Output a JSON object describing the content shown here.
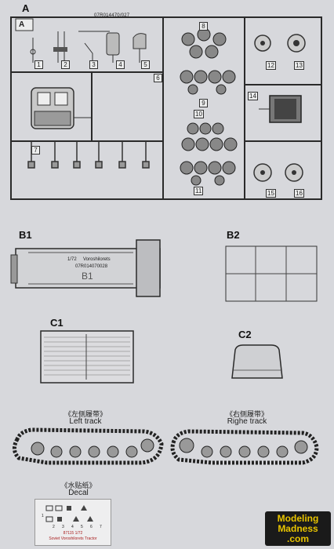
{
  "sprue_a": {
    "label": "A",
    "tag": "A",
    "code": "07R014470/027",
    "parts": [
      "1",
      "2",
      "3",
      "4",
      "5",
      "6",
      "7",
      "8",
      "9",
      "10",
      "11",
      "12",
      "13",
      "14",
      "15",
      "16"
    ]
  },
  "b1": {
    "label": "B1",
    "scale": "1/72",
    "name": "Voroshilorets",
    "code": "07R014070028",
    "mark": "B1"
  },
  "b2": {
    "label": "B2"
  },
  "c1": {
    "label": "C1"
  },
  "c2": {
    "label": "C2"
  },
  "left_track": {
    "cn": "《左侧履带》",
    "en": "Left track"
  },
  "right_track": {
    "cn": "《右侧履带》",
    "en": "Righe track"
  },
  "decal": {
    "cn": "《水贴纸》",
    "en": "Decal",
    "caption1": "87115 1/72",
    "caption2": "Soviet Voroshilorets Tractor",
    "nums": [
      "1",
      "2",
      "3",
      "4",
      "5",
      "6",
      "7"
    ]
  },
  "watermark": {
    "line1": "Modeling",
    "line2": "Madness",
    "line3": ".com"
  }
}
